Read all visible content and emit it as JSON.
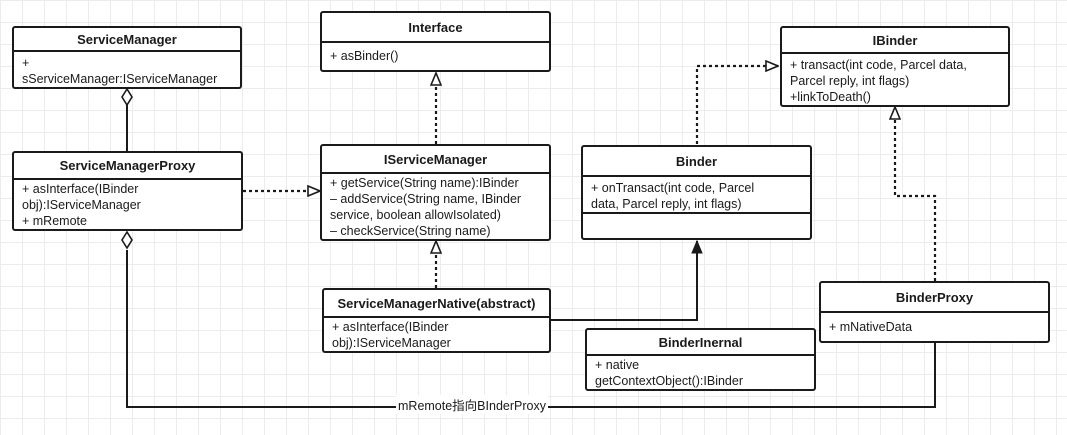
{
  "classes": {
    "service_manager": {
      "name": "ServiceManager",
      "members": [
        "+",
        "sServiceManager:IServiceManager"
      ]
    },
    "interface": {
      "name": "Interface",
      "members": [
        "+ asBinder()"
      ]
    },
    "ibinder": {
      "name": "IBinder",
      "members": [
        "+ transact(int code,  Parcel data,",
        "Parcel reply, int flags)",
        "+linkToDeath()"
      ]
    },
    "service_manager_proxy": {
      "name": "ServiceManagerProxy",
      "members": [
        "+ asInterface(IBinder",
        "obj):IServiceManager",
        "+ mRemote"
      ]
    },
    "iservice_manager": {
      "name": "IServiceManager",
      "members": [
        "+ getService(String name):IBinder",
        "– addService(String name, IBinder",
        "service, boolean allowIsolated)",
        "– checkService(String name)"
      ]
    },
    "binder": {
      "name": "Binder",
      "members": [
        "+ onTransact(int code,  Parcel",
        "data, Parcel reply, int flags)"
      ]
    },
    "service_manager_native": {
      "name": "ServiceManagerNative(abstract)",
      "members": [
        "+ asInterface(IBinder",
        "obj):IServiceManager"
      ]
    },
    "binder_internal": {
      "name": "BinderInernal",
      "members": [
        "+  native",
        "getContextObject():IBinder"
      ]
    },
    "binder_proxy": {
      "name": "BinderProxy",
      "members": [
        "+ mNativeData"
      ]
    }
  },
  "edges": {
    "mremote_label": "mRemote指向BInderProxy"
  },
  "colors": {
    "line": "#1a1a1a",
    "grid": "#ececec",
    "background": "#ffffff"
  }
}
